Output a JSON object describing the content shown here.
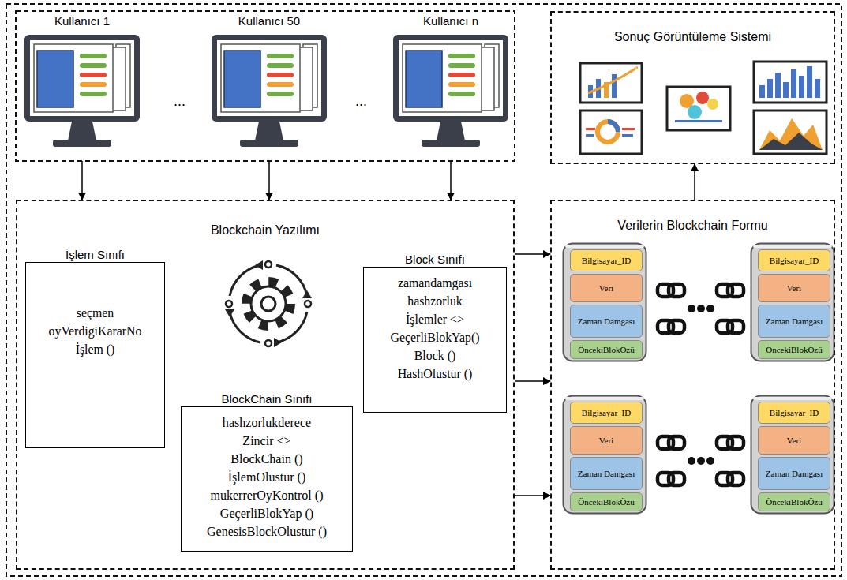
{
  "diagram": {
    "nodes": [
      {
        "text": [
          "Kullanıcı 1"
        ]
      },
      {
        "text": [
          "Kullanıcı 50"
        ]
      },
      {
        "text": [
          "Kullanıcı n"
        ]
      },
      {
        "text": [
          "Sonuç Görüntüleme Sistemi"
        ]
      },
      {
        "text": [
          "Blockchain Yazılımı"
        ]
      },
      {
        "text": [
          "İşlem Sınıfı",
          "seçmen",
          "oyVerdigiKararNo",
          "İşlem ()"
        ],
        "in": 4
      },
      {
        "text": [
          "BlockChain Sınıfı",
          "hashzorlukderece",
          "Zincir <>",
          "BlockChain ()",
          "İşlemOlustur ()",
          "mukerrerOyKontrol ()",
          "GeçerliBlokYap ()",
          "GenesisBlockOlustur ()"
        ],
        "in": 4
      },
      {
        "text": [
          "Block Sınıfı",
          "zamandamgası",
          "hashzorluk",
          "İşlemler <>",
          "GeçerliBlokYap()",
          "Block ()",
          "HashOlustur ()"
        ],
        "in": 4
      },
      {
        "text": [
          "Verilerin Blockchain Formu"
        ]
      },
      {
        "text": [
          "Bilgisayar_ID"
        ],
        "in": 8
      },
      {
        "text": [
          "Veri"
        ],
        "in": 8
      },
      {
        "text": [
          "Zaman Damgası"
        ],
        "in": 8
      },
      {
        "text": [
          "ÖncekiBlokÖzü"
        ],
        "in": 8
      },
      {
        "text": [
          "Bilgisayar_ID"
        ],
        "in": 8
      },
      {
        "text": [
          "Veri"
        ],
        "in": 8
      },
      {
        "text": [
          "Zaman Damgası"
        ],
        "in": 8
      },
      {
        "text": [
          "ÖncekiBlokÖzü"
        ],
        "in": 8
      },
      {
        "text": [
          "Bilgisayar_ID"
        ],
        "in": 8
      },
      {
        "text": [
          "Veri"
        ],
        "in": 8
      },
      {
        "text": [
          "Zaman Damgası"
        ],
        "in": 8
      },
      {
        "text": [
          "ÖncekiBlokÖzü"
        ],
        "in": 8
      },
      {
        "text": [
          "Bilgisayar_ID"
        ],
        "in": 8
      },
      {
        "text": [
          "Veri"
        ],
        "in": 8
      },
      {
        "text": [
          "Zaman Damgası"
        ],
        "in": 8
      },
      {
        "text": [
          "ÖncekiBlokÖzü"
        ],
        "in": 8
      }
    ],
    "edges": [
      {
        "from": 0,
        "to": 4,
        "arrow": "to"
      },
      {
        "from": 1,
        "to": 4,
        "arrow": "to"
      },
      {
        "from": 2,
        "to": 4,
        "arrow": "to"
      },
      {
        "from": 4,
        "to": 8,
        "arrow": "to"
      },
      {
        "from": 4,
        "to": 8,
        "arrow": "to"
      },
      {
        "from": 4,
        "to": 8,
        "arrow": "to"
      },
      {
        "from": 8,
        "to": 3,
        "arrow": "to"
      }
    ],
    "labels": [
      "...",
      "..."
    ]
  }
}
